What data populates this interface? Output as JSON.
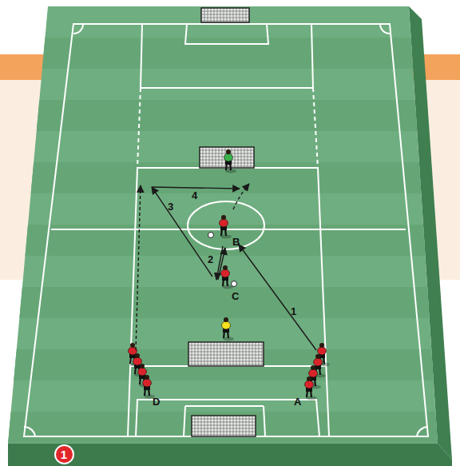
{
  "diagram": {
    "nodes": [
      {
        "text": [
          "1"
        ]
      }
    ],
    "labels": [
      "A",
      "B",
      "C",
      "D",
      "1",
      "2",
      "3",
      "4"
    ]
  }
}
